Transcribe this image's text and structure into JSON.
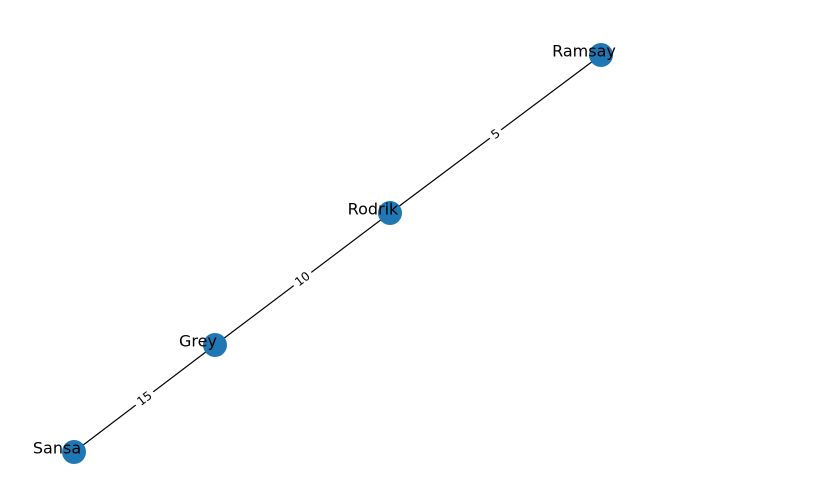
{
  "graph": {
    "node_color": "#1f77b4",
    "edge_color": "#000000",
    "nodes": [
      {
        "id": "ramsay",
        "label": "Ramsay"
      },
      {
        "id": "rodrik",
        "label": "Rodrik"
      },
      {
        "id": "grey",
        "label": "Grey"
      },
      {
        "id": "sansa",
        "label": "Sansa"
      }
    ],
    "edges": [
      {
        "source": "rodrik",
        "target": "ramsay",
        "weight": "5"
      },
      {
        "source": "grey",
        "target": "rodrik",
        "weight": "10"
      },
      {
        "source": "sansa",
        "target": "grey",
        "weight": "15"
      }
    ]
  }
}
